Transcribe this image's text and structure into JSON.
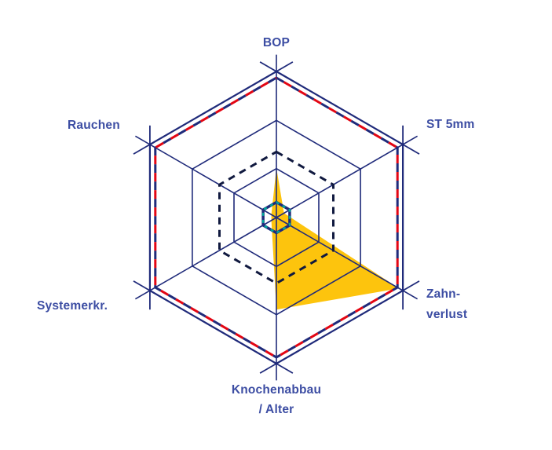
{
  "labels": {
    "bop": "BOP",
    "st5mm": "ST 5mm",
    "rauchen": "Rauchen",
    "zahn_line1": "Zahn-",
    "zahn_line2": "verlust",
    "systemerkr": "Systemerkr.",
    "knochen_line1": "Knochenabbau",
    "knochen_line2": "/ Alter"
  },
  "colors": {
    "line": "#1f2a7a",
    "label": "#3c4da3",
    "series_fill": "#fdc40d",
    "dash_red": "#e30613",
    "dash_dark": "#10193f",
    "teal": "#00a79b"
  },
  "chart_data": {
    "type": "radar",
    "title": "",
    "categories": [
      "BOP",
      "ST 5mm",
      "Zahnverlust",
      "Knochenabbau / Alter",
      "Systemerkr.",
      "Rauchen"
    ],
    "axis_order": "clockwise-from-top",
    "max": 1,
    "series": [
      {
        "name": "patient-risk-profile",
        "style": "filled-area",
        "color": "#fdc40d",
        "values": [
          0.34,
          0.06,
          0.97,
          0.63,
          0.04,
          0.04
        ]
      }
    ],
    "boundaries": [
      {
        "name": "high-risk-boundary",
        "radius": 0.957,
        "style": "dashed",
        "colors": [
          "#1f2a7a",
          "#e30613"
        ],
        "dash": [
          11,
          11
        ],
        "width": 3
      },
      {
        "name": "moderate-risk-boundary",
        "radius": 0.45,
        "style": "dashed",
        "colors": [
          "#10193f"
        ],
        "dash": [
          9,
          7
        ],
        "width": 3
      },
      {
        "name": "low-risk-center-hexagon",
        "radius": 0.105,
        "style": "solid-with-teal-dash",
        "colors": [
          "#1f2a7a",
          "#00a79b"
        ],
        "dash": [
          4,
          5
        ],
        "width": 3.5
      }
    ],
    "grid": {
      "solid_rings": [
        0.335,
        0.665,
        1.0
      ],
      "axis_overshoot": 0.115,
      "corner_mark_length": 0.13
    }
  }
}
